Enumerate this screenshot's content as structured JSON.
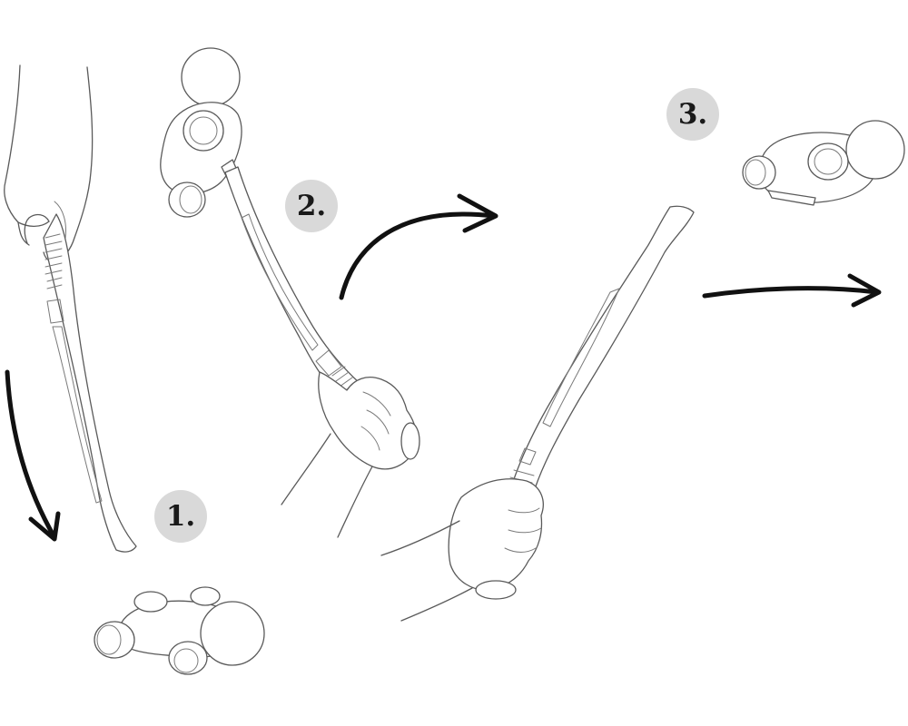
{
  "steps": [
    {
      "number": "1."
    },
    {
      "number": "2."
    },
    {
      "number": "3."
    }
  ],
  "colors": {
    "badge_fill": "#d9d9d9",
    "arrow": "#111111",
    "sketch_line": "#5a5a5a",
    "background": "#ffffff"
  },
  "icons": [
    "curved-arrow-down",
    "curved-arrow-right",
    "straight-arrow-right"
  ]
}
